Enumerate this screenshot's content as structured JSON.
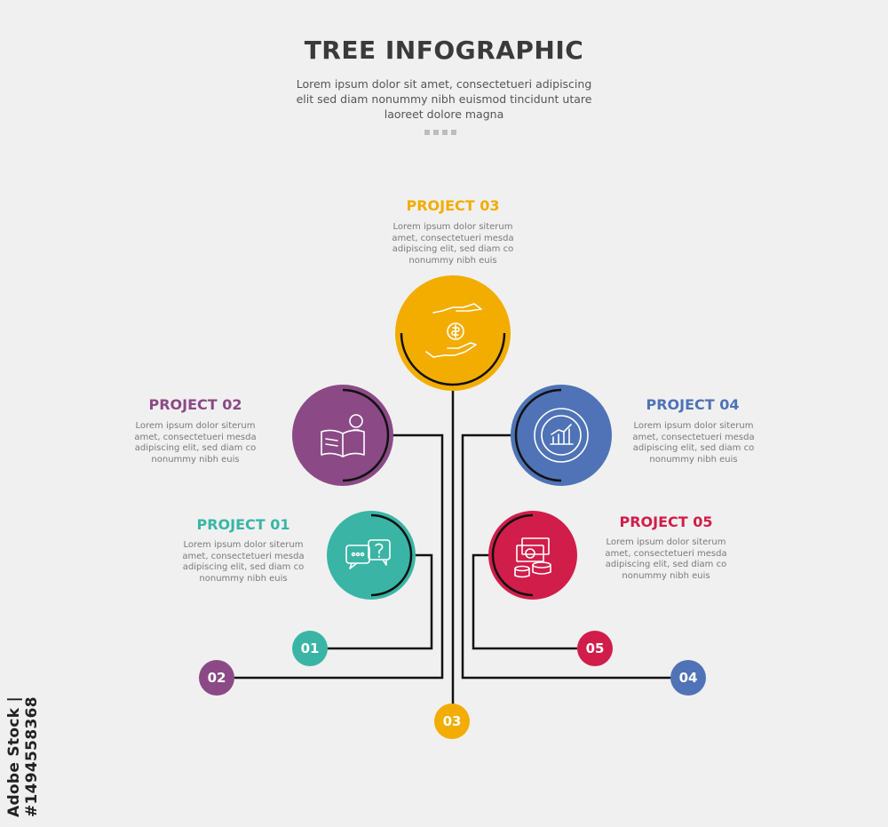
{
  "header": {
    "title": "TREE INFOGRAPHIC",
    "subtitle": "Lorem ipsum dolor sit amet, consectetueri adipiscing elit sed diam nonummy nibh euismod tincidunt utare laoreet dolore magna"
  },
  "projects": [
    {
      "title": "PROJECT 01",
      "number": "01",
      "color": "#3ab5a5",
      "icon": "chat-question-icon",
      "desc": "Lorem ipsum dolor siterum amet, consectetueri mesda adipiscing elit, sed diam co nonummy nibh euis"
    },
    {
      "title": "PROJECT 02",
      "number": "02",
      "color": "#8b4a86",
      "icon": "book-lightbulb-icon",
      "desc": "Lorem ipsum dolor siterum amet, consectetueri mesda adipiscing elit, sed diam co nonummy nibh euis"
    },
    {
      "title": "PROJECT 03",
      "number": "03",
      "color": "#f2ad00",
      "icon": "hands-coin-icon",
      "desc": "Lorem ipsum dolor siterum amet, consectetueri mesda adipiscing elit, sed diam co nonummy nibh euis"
    },
    {
      "title": "PROJECT 04",
      "number": "04",
      "color": "#4f73b6",
      "icon": "chart-growth-icon",
      "desc": "Lorem ipsum dolor siterum amet, consectetueri mesda adipiscing elit, sed diam co nonummy nibh euis"
    },
    {
      "title": "PROJECT 05",
      "number": "05",
      "color": "#d11d4a",
      "icon": "money-coins-icon",
      "desc": "Lorem ipsum dolor siterum amet, consectetueri mesda adipiscing elit, sed diam co nonummy nibh euis"
    }
  ],
  "watermark": "Adobe Stock | #1494558368",
  "line_color": "#111111"
}
